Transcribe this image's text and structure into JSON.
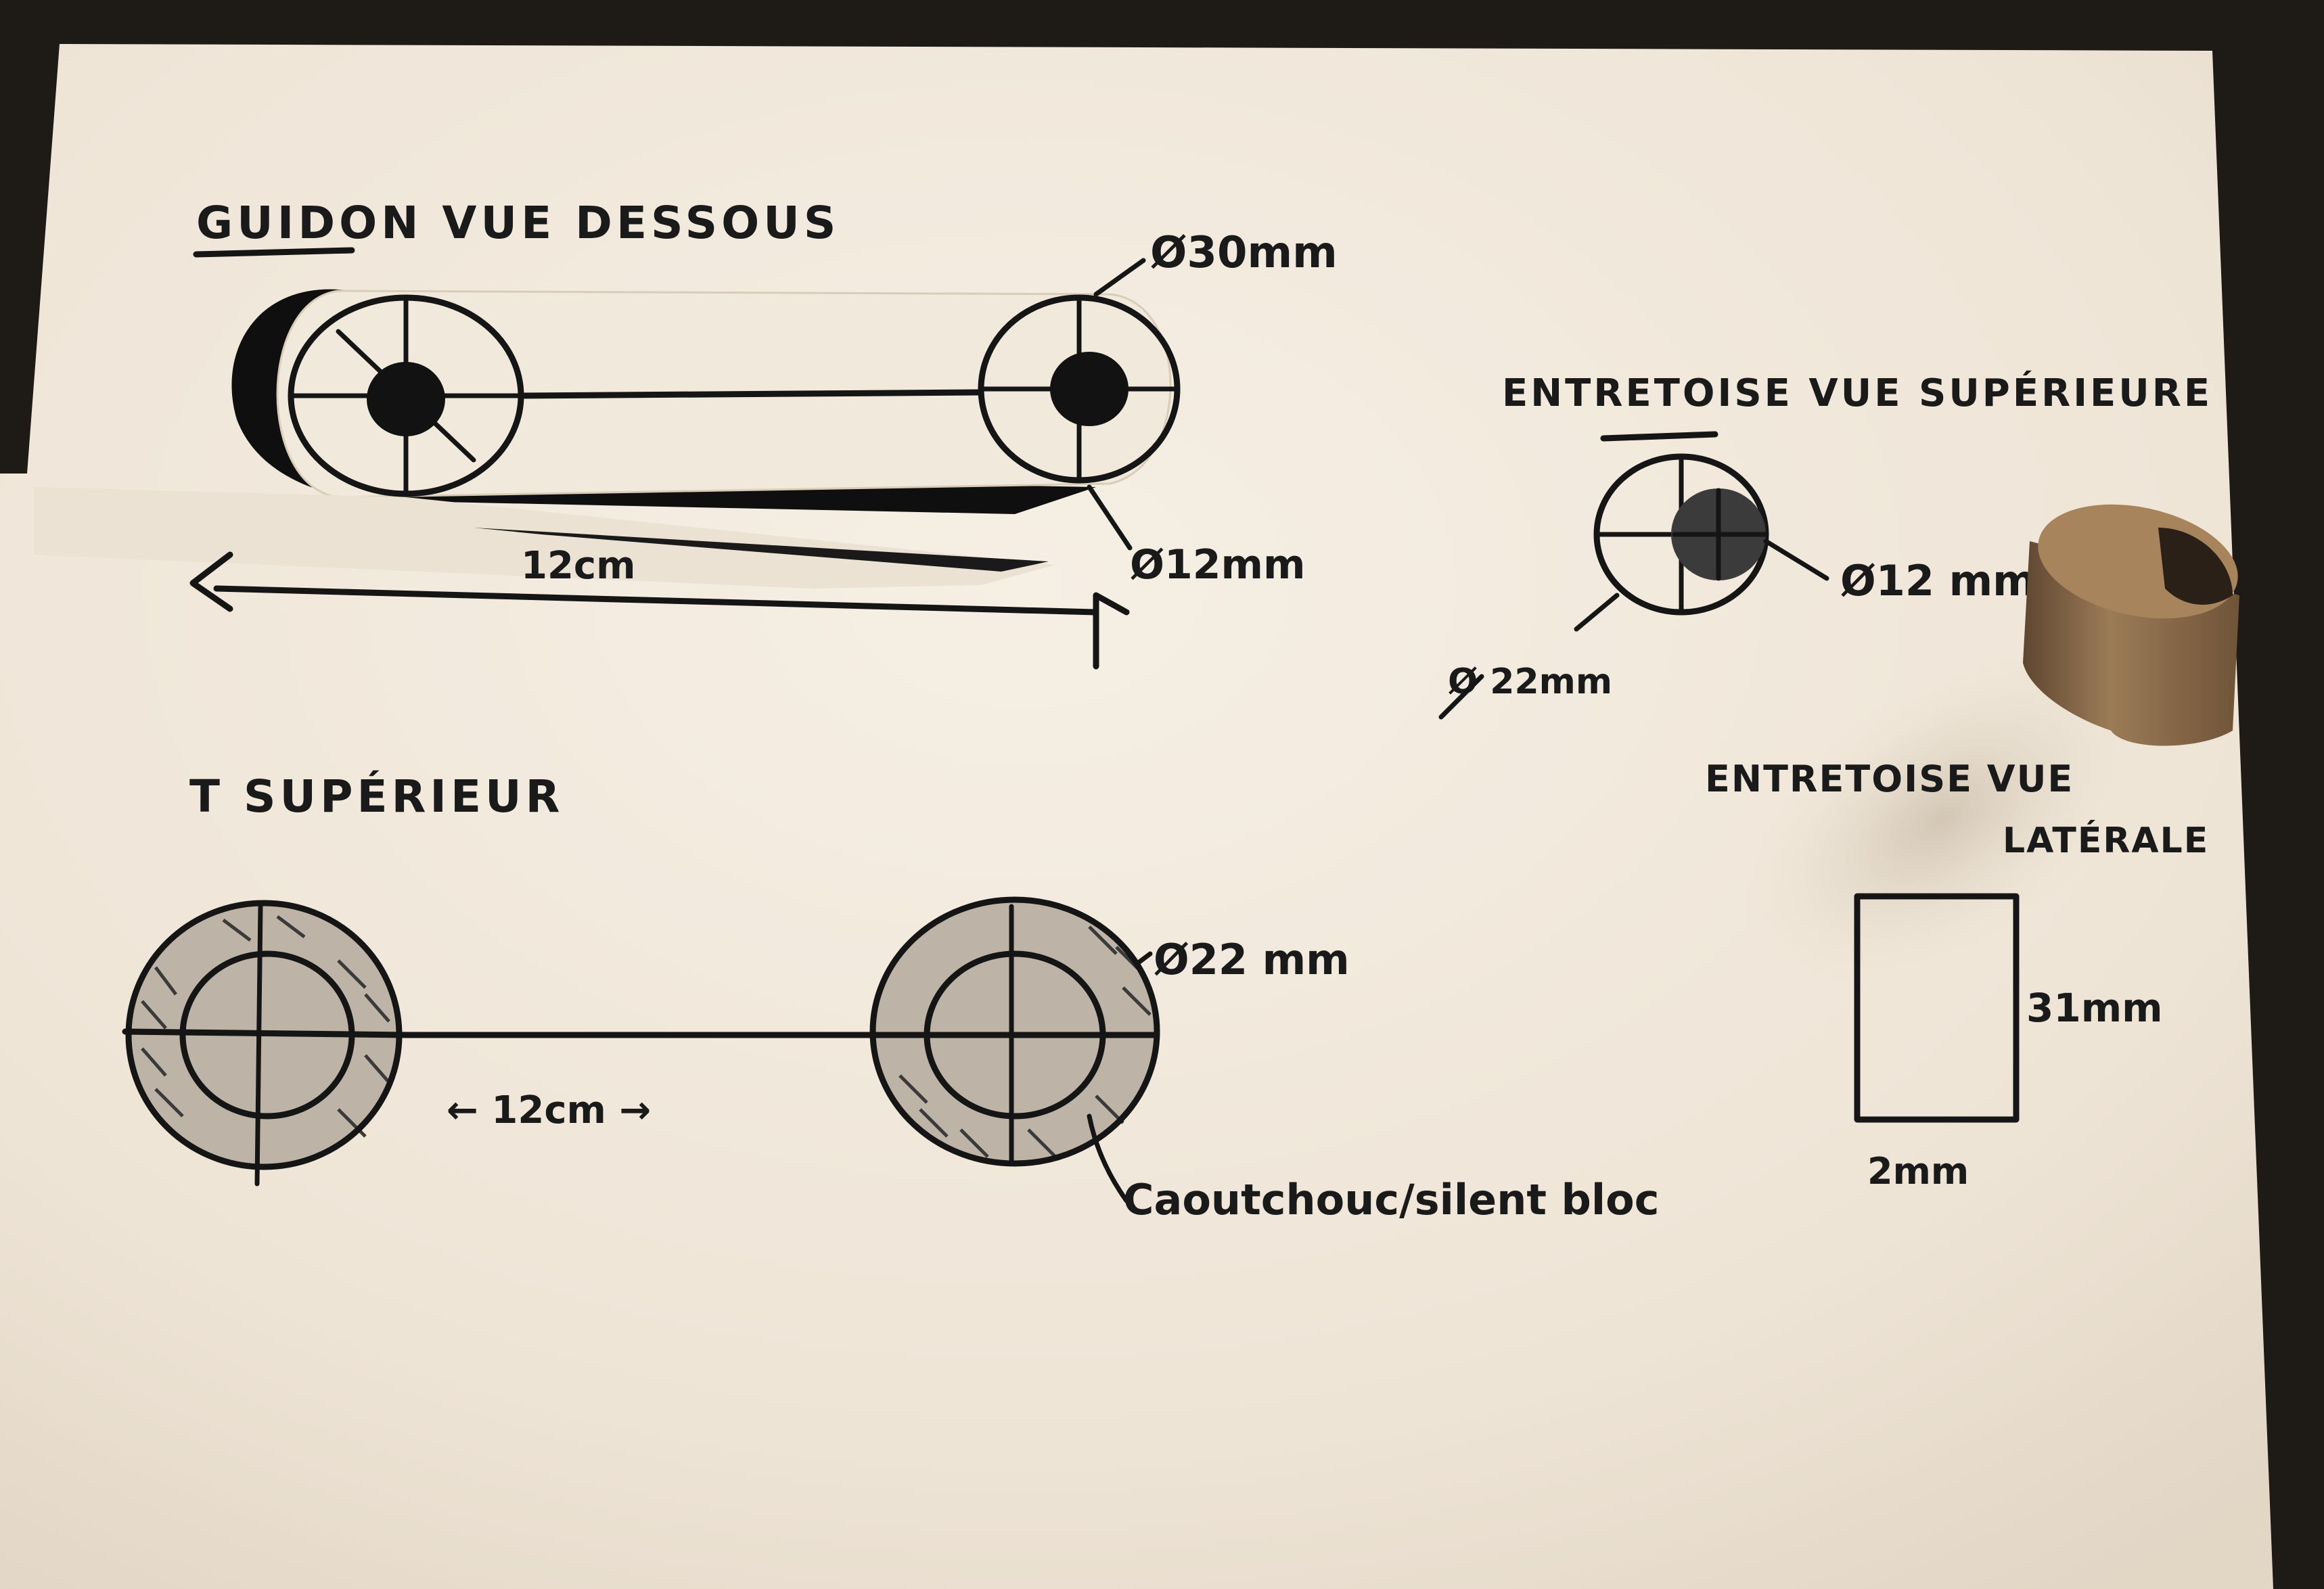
{
  "sections": {
    "handlebar": {
      "title": "GUIDON VUE DESSOUS",
      "diameter_outer": "Ø30mm",
      "diameter_inner": "Ø12mm",
      "length": "12cm"
    },
    "spacer_top": {
      "title": "ENTRETOISE VUE SUPÉRIEURE",
      "diameter_inner": "Ø12 mm",
      "diameter_outer": "Ø 22mm"
    },
    "t_upper": {
      "title": "T SUPÉRIEUR",
      "diameter": "Ø22 mm",
      "spacing": "← 12cm →",
      "material_note": "Caoutchouc/silent bloc"
    },
    "spacer_side": {
      "title_line1": "ENTRETOISE VUE",
      "title_line2": "LATÉRALE",
      "height": "31mm",
      "width": "2mm"
    }
  },
  "colors": {
    "paper": "#f3ece2",
    "ink": "#151515",
    "background": "#1e1a16",
    "wood": "#8a6c4c"
  }
}
